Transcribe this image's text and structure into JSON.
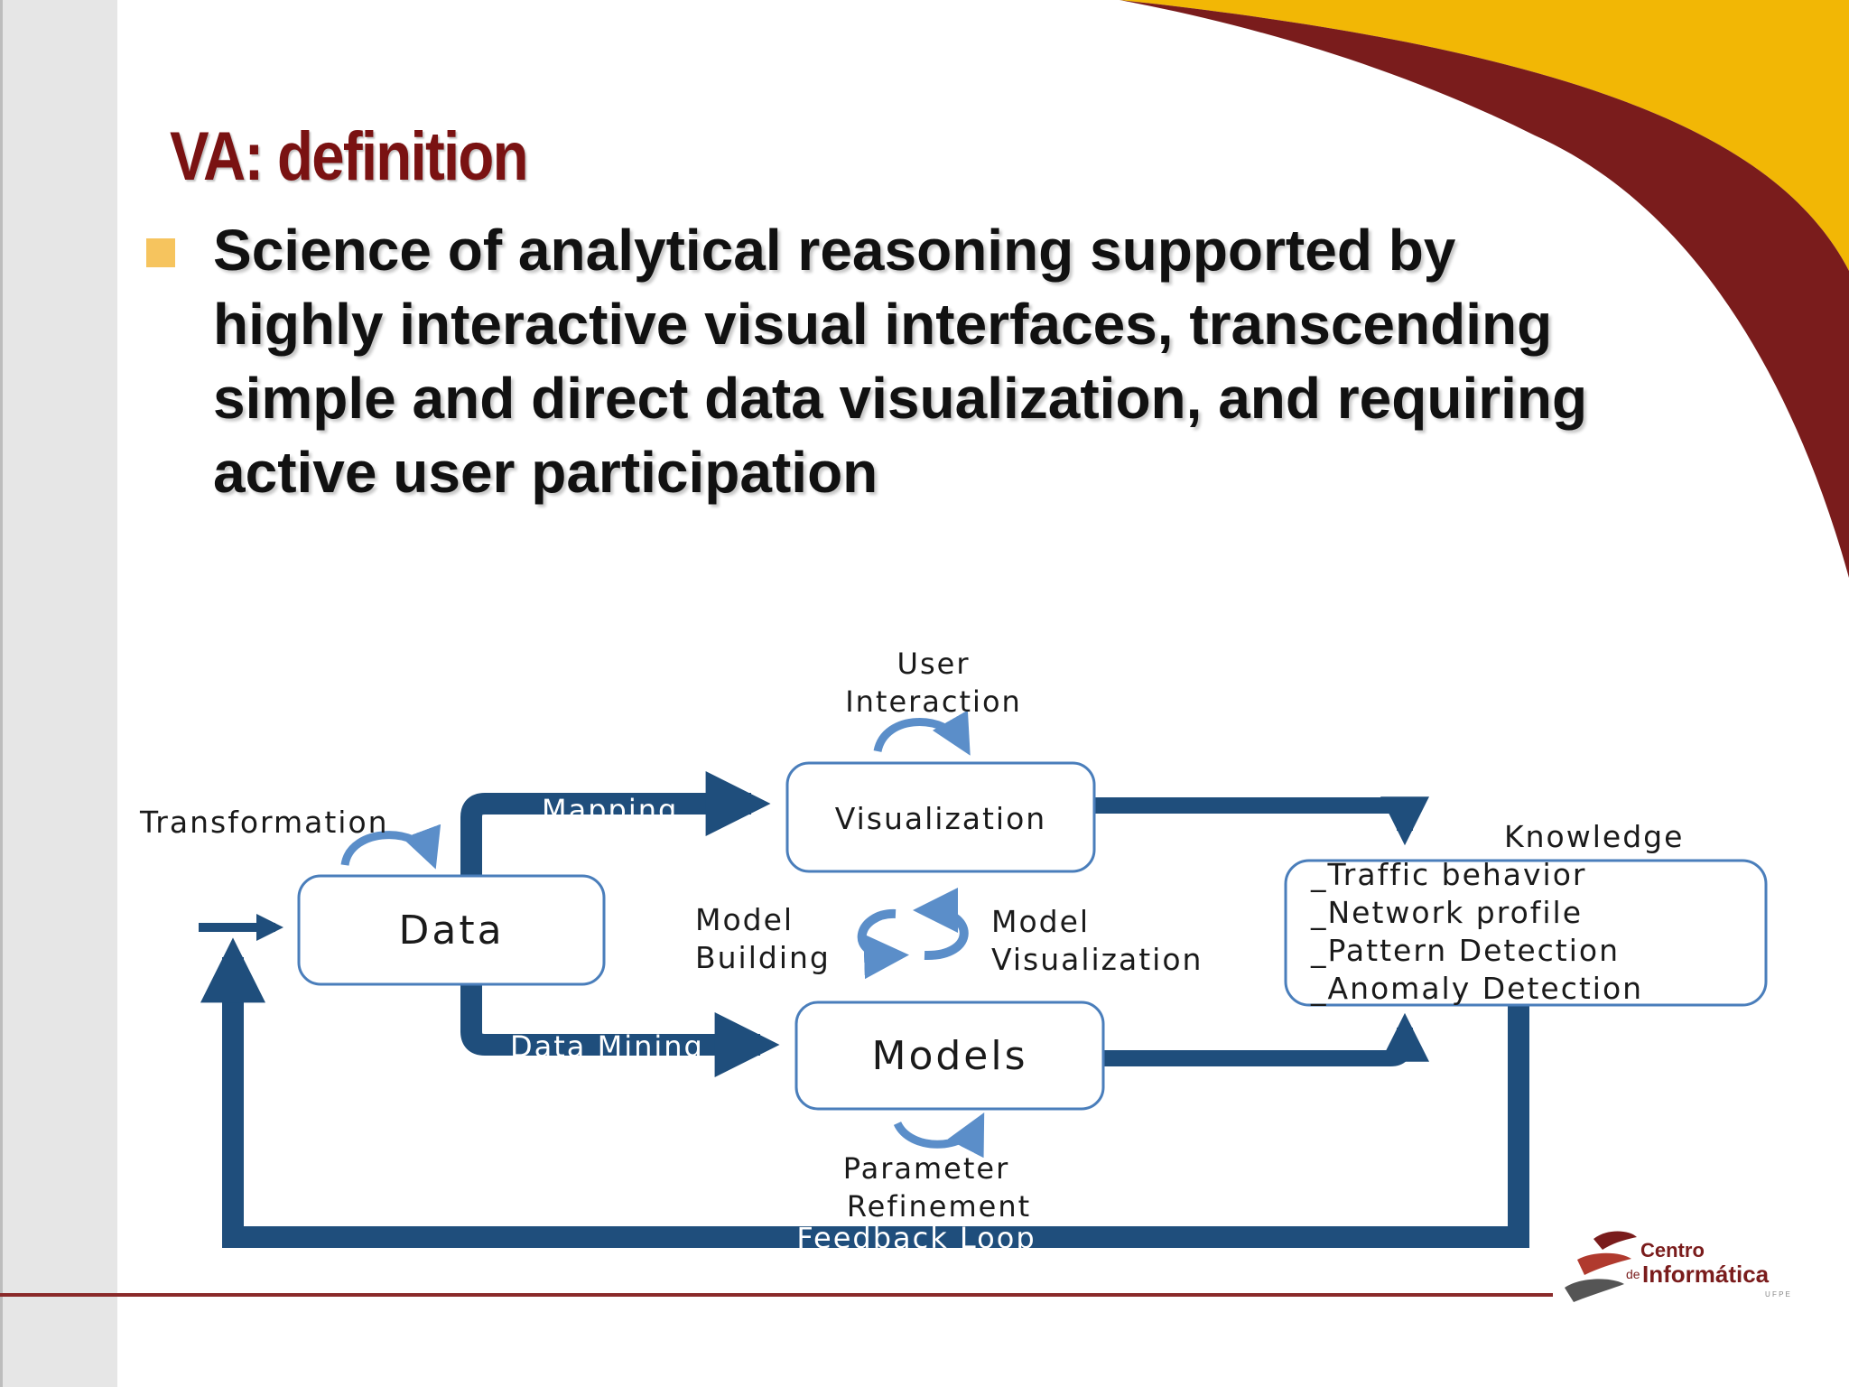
{
  "slide": {
    "title": "VA: definition",
    "bullet_text": "Science of analytical reasoning supported by highly interactive visual interfaces, transcending simple and direct data visualization, and requiring active user participation"
  },
  "diagram": {
    "user_interaction": [
      "User",
      "Interaction"
    ],
    "transformation": "Transformation",
    "mapping": "Mapping",
    "visualization": "Visualization",
    "knowledge": "Knowledge",
    "knowledge_items": [
      "_Traffic behavior",
      "_Network profile",
      "_Pattern Detection",
      "_Anomaly Detection"
    ],
    "data": "Data",
    "model_building": [
      "Model",
      "Building"
    ],
    "model_visualization": [
      "Model",
      "Visualization"
    ],
    "data_mining": "Data Mining",
    "models": "Models",
    "parameter_refinement": [
      "Parameter",
      "Refinement"
    ],
    "feedback_loop": "Feedback Loop"
  },
  "logo": {
    "line1": "Centro",
    "prefix": "de",
    "line2": "Informática",
    "subline": "U F P E"
  },
  "colors": {
    "title": "#7a1212",
    "arrow": "#1f4e7c",
    "box_border": "#4a7ebb",
    "bullet": "#f6c45e",
    "corner_gold": "#f2b705",
    "corner_maroon": "#7a1c1c"
  }
}
